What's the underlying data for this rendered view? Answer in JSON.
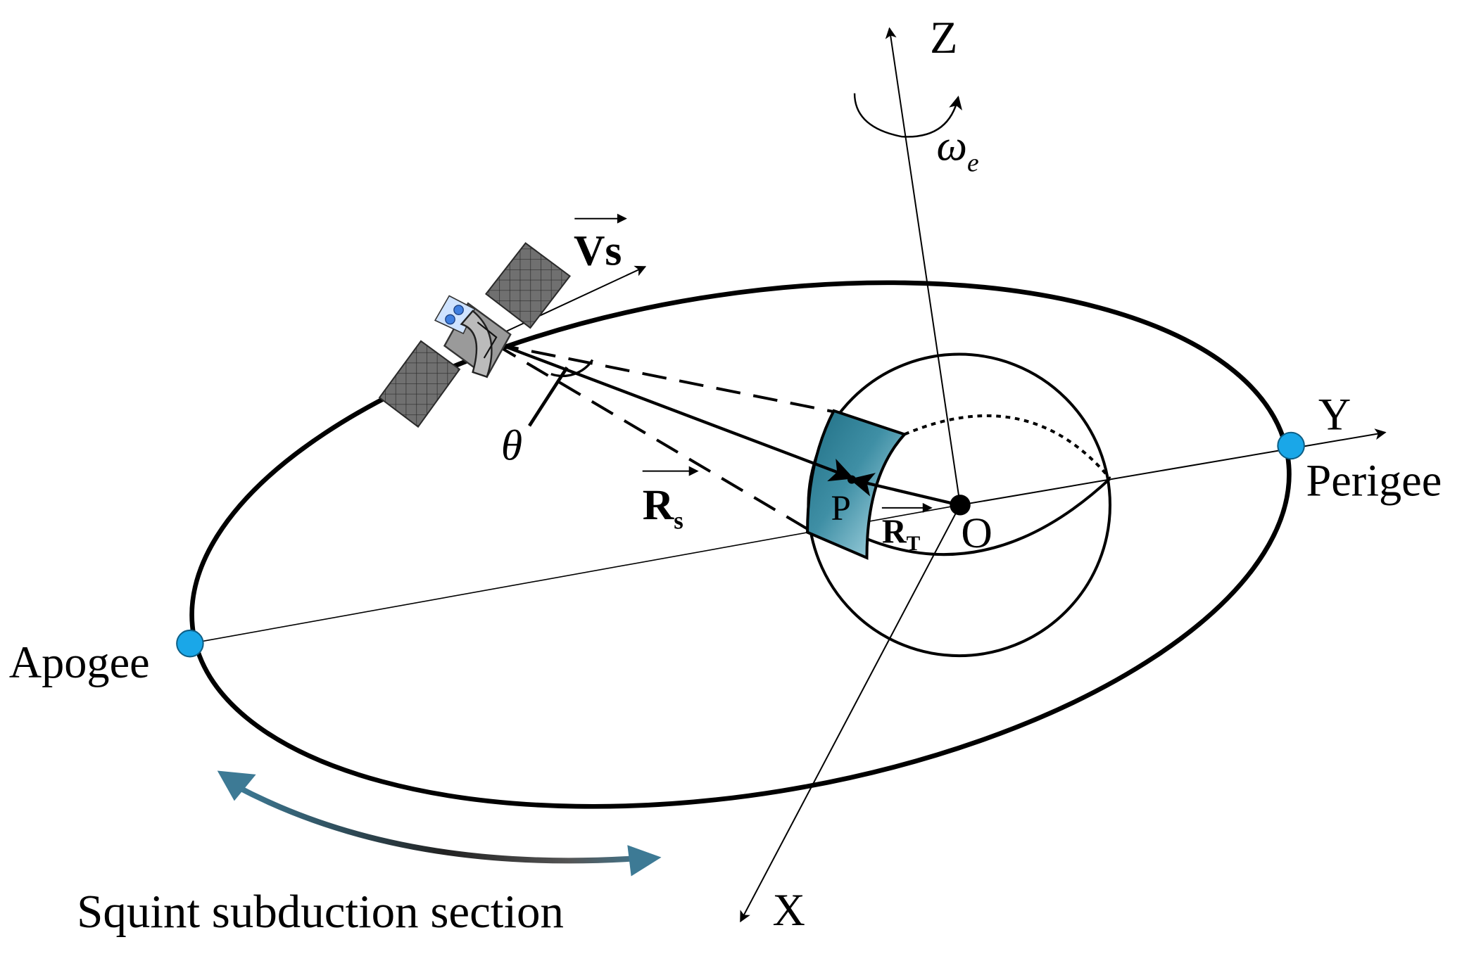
{
  "labels": {
    "z_axis": "Z",
    "y_axis": "Y",
    "x_axis": "X",
    "omega": "ω",
    "omega_sub": "e",
    "vs": "Vs",
    "theta": "θ",
    "rs": "R",
    "rs_sub": "s",
    "rt": "R",
    "rt_sub": "T",
    "point_p": "P",
    "origin": "O",
    "apogee": "Apogee",
    "perigee": "Perigee",
    "squint": "Squint subduction section"
  },
  "colors": {
    "node_blue": "#1aa7e8",
    "footprint_dark": "#1f6e84",
    "footprint_light": "#a9dbe8",
    "arrow_dark": "#2e4f63",
    "arrow_teal": "#3d7a95",
    "panel_gray": "#6f6f6f",
    "antenna_blue": "#3f7fe0"
  },
  "icons": {
    "satellite": "satellite-icon",
    "rotation": "rotation-arrow-icon"
  }
}
